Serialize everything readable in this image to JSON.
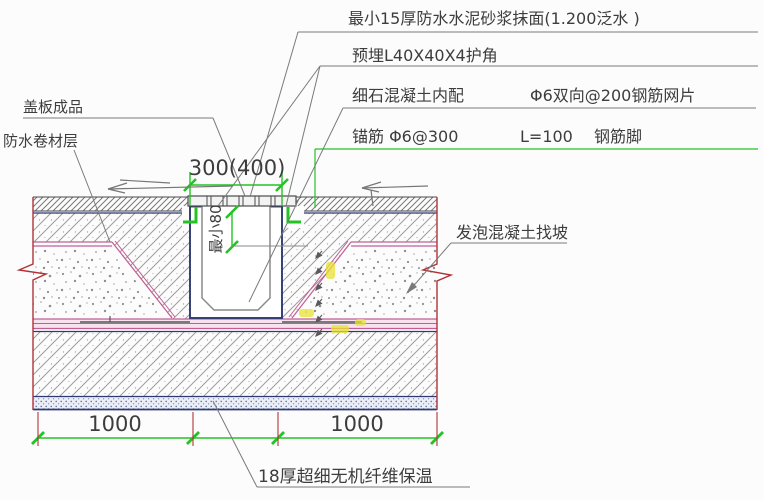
{
  "drawing": {
    "kind": "construction-detail-section",
    "annotations_top": {
      "row1": "最小15厚防水水泥砂浆抹面(1.200泛水 )",
      "row2": "预埋L40X40X4护角",
      "row3a": "细石混凝土内配",
      "row3b": "Φ6双向@200钢筋网片",
      "row4a": "锚筋 Φ6@300",
      "row4b": "L=100",
      "row4c": "钢筋脚"
    },
    "labels_left": {
      "cover_plate": "盖板成品",
      "membrane": "防水卷材层"
    },
    "label_right": "发泡混凝土找坡",
    "label_bottom": "18厚超细无机纤维保温",
    "dimensions": {
      "opening_width": "300(400)",
      "min_depth": "最小80",
      "span_left": "1000",
      "span_right": "1000"
    },
    "colors": {
      "background": "#fcfcfc",
      "dimension_green": "#22c422",
      "membrane_magenta": "#bf5f95",
      "membrane_fill": "#f6e3ee",
      "outline_navy": "#2e3a72",
      "break_red": "#b13338",
      "hatch_gray": "#9a9a9a",
      "text_color": "#3d3d3d",
      "leader_gray": "#7a7a7a",
      "highlight_yellow": "#e8e332"
    }
  }
}
